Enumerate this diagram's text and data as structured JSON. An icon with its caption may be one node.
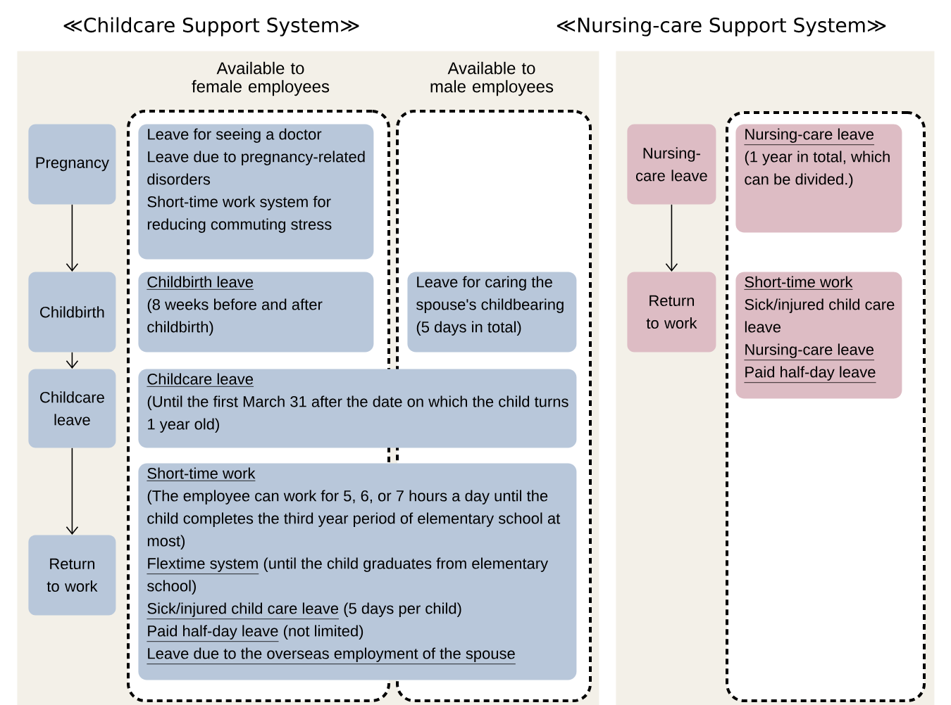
{
  "diagram": {
    "nodes": [
      {
        "text": [
          "≪Childcare Support System≫"
        ]
      },
      {
        "text": [
          "Available to female employees"
        ],
        "in": 0
      },
      {
        "text": [
          "Available to male employees"
        ],
        "in": 0
      },
      {
        "text": [
          "Pregnancy"
        ],
        "in": 0
      },
      {
        "text": [
          "Childbirth"
        ],
        "in": 0
      },
      {
        "text": [
          "Childcare leave"
        ],
        "in": 0
      },
      {
        "text": [
          "Return to work"
        ],
        "in": 0
      },
      {
        "text": [
          "Leave for seeing a doctor",
          "Leave due to pregnancy-related disorders",
          "Short-time work system for reducing commuting stress"
        ],
        "in": 1
      },
      {
        "text": [
          "Childbirth leave",
          "(8 weeks before and after childbirth)"
        ],
        "in": 1
      },
      {
        "text": [
          "Leave for caring the spouse's childbearing",
          "(5 days in total)"
        ],
        "in": 2
      },
      {
        "text": [
          "Childcare leave",
          "(Until the first March 31 after the date on which the child turns 1 year old)"
        ],
        "in": 0
      },
      {
        "text": [
          "Short-time work",
          "(The employee can work for 5, 6, or 7 hours a day until the child completes the third year period of elementary school at most)",
          "Flextime system",
          "(until the child graduates from elementary school)",
          "Sick/injured child care leave",
          "(5 days per child)",
          "Paid half-day leave",
          "(not limited)",
          "Leave due to the overseas employment of the spouse"
        ],
        "in": 0
      },
      {
        "text": [
          "≪Nursing-care Support System≫"
        ]
      },
      {
        "text": [],
        "shape": "box",
        "in": 12
      },
      {
        "text": [
          "Nursing-care leave"
        ],
        "in": 12
      },
      {
        "text": [
          "Return to work"
        ],
        "in": 12
      },
      {
        "text": [
          "Nursing-care leave",
          "(1 year in total, which can be divided.)"
        ],
        "in": 13
      },
      {
        "text": [
          "Short-time work",
          "Sick/injured child care leave",
          "Nursing-care leave",
          "Paid half-day leave"
        ],
        "in": 13
      }
    ],
    "edges": [
      {
        "from": 3,
        "to": 4,
        "arrow": "to"
      },
      {
        "from": 4,
        "to": 5,
        "arrow": "to"
      },
      {
        "from": 5,
        "to": 6,
        "arrow": "to"
      },
      {
        "from": 14,
        "to": 15,
        "arrow": "to"
      }
    ]
  }
}
